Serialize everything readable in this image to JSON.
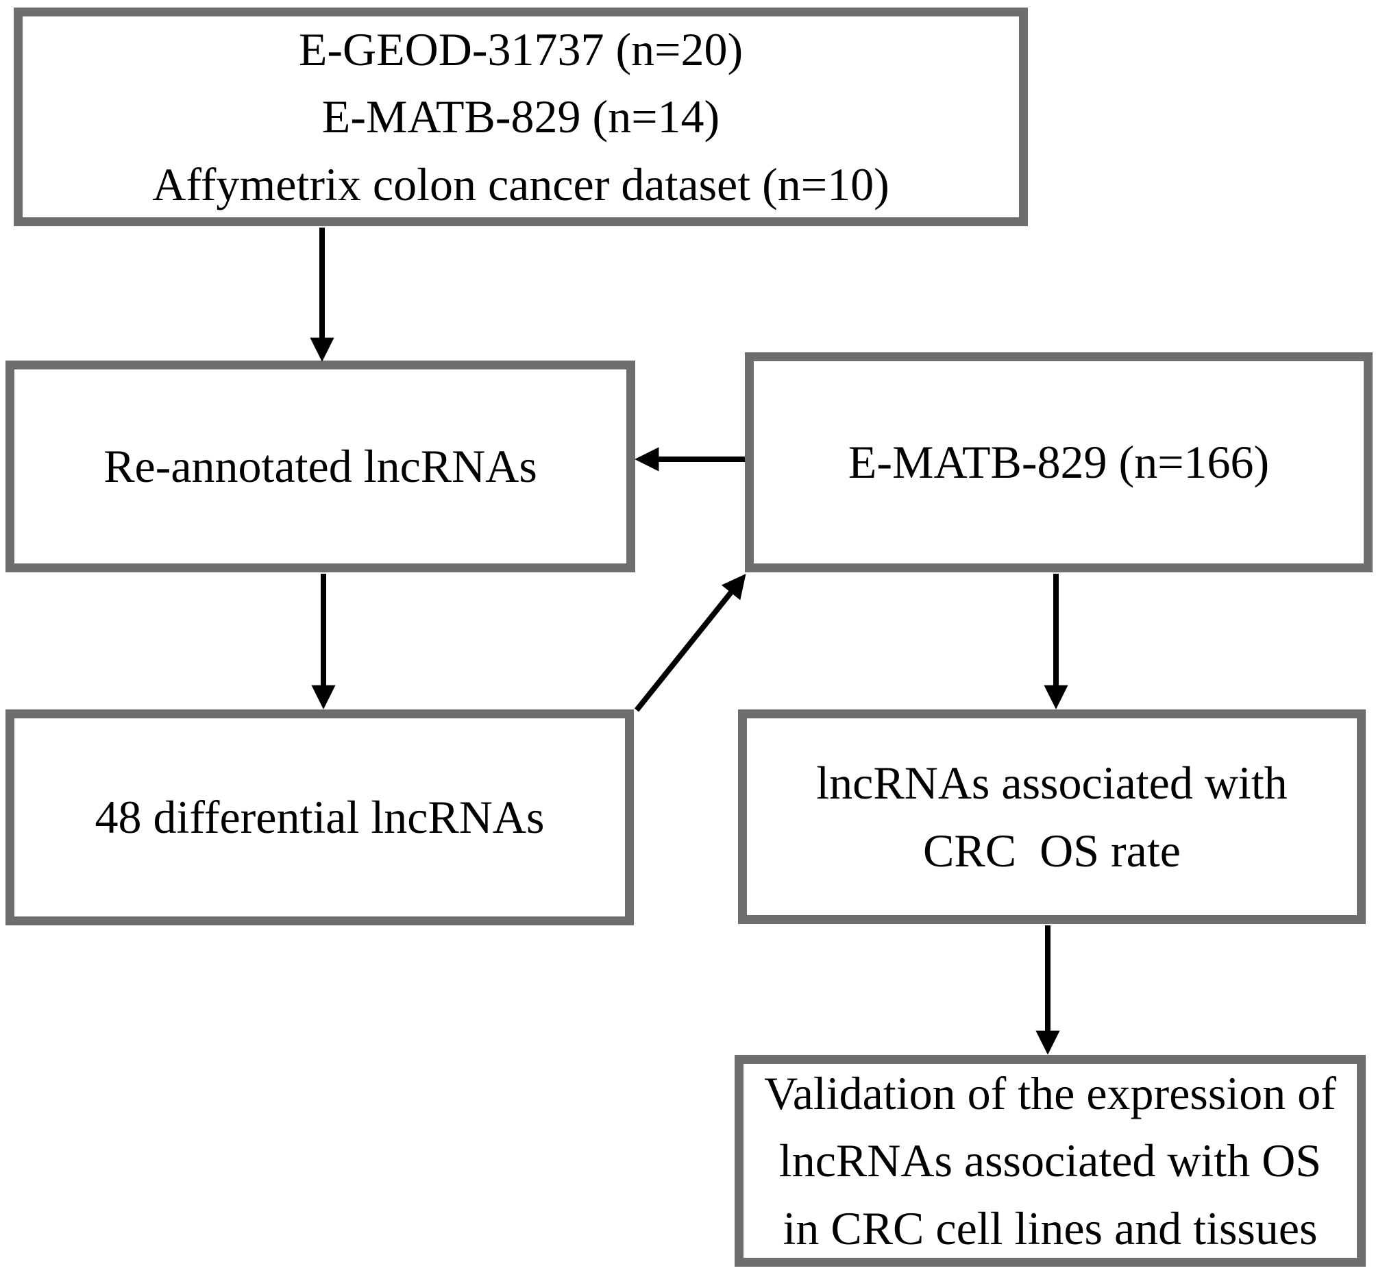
{
  "figure": {
    "type": "flowchart",
    "background_color": "#ffffff",
    "box_border_color": "#6e6e6e",
    "arrow_color": "#000000",
    "text_color": "#000000"
  },
  "boxes": [
    {
      "id": "datasets",
      "label": "E-GEOD-31737 (n=20)\nE-MATB-829 (n=14)\nAffymetrix colon cancer dataset (n=10)"
    },
    {
      "id": "reannotated",
      "label": "Re-annotated lncRNAs"
    },
    {
      "id": "ematb166",
      "label": "E-MATB-829 (n=166)"
    },
    {
      "id": "diff48",
      "label": "48 differential lncRNAs"
    },
    {
      "id": "os_rate",
      "label": "lncRNAs associated with\nCRC  OS rate"
    },
    {
      "id": "validation",
      "label": "Validation of the expression of\nlncRNAs associated with OS\nin CRC cell lines and tissues"
    }
  ],
  "arrows": [
    {
      "from": "datasets",
      "to": "reannotated"
    },
    {
      "from": "ematb166",
      "to": "reannotated"
    },
    {
      "from": "reannotated",
      "to": "diff48"
    },
    {
      "from": "diff48",
      "to": "ematb166"
    },
    {
      "from": "ematb166",
      "to": "os_rate"
    },
    {
      "from": "os_rate",
      "to": "validation"
    }
  ]
}
